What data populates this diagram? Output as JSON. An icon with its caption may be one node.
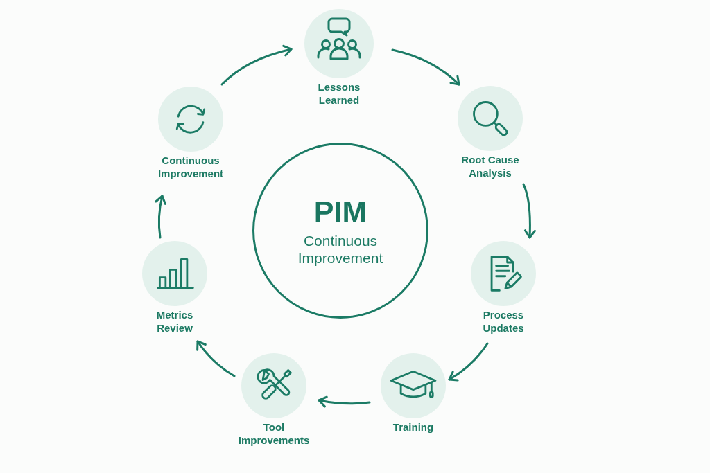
{
  "diagram": {
    "nodes": [
      {
        "text": [
          "PIM",
          "Continuous Improvement"
        ]
      },
      {
        "text": [
          "Lessons Learned"
        ]
      },
      {
        "text": [
          "Root Cause Analysis"
        ]
      },
      {
        "text": [
          "Process Updates"
        ]
      },
      {
        "text": [
          "Training"
        ]
      },
      {
        "text": [
          "Tool Improvements"
        ]
      },
      {
        "text": [
          "Metrics Review"
        ]
      },
      {
        "text": [
          "Continuous Improvement"
        ]
      }
    ],
    "edges": [
      {
        "from": 7,
        "to": 1,
        "arrow": "to"
      },
      {
        "from": 1,
        "to": 2,
        "arrow": "to"
      },
      {
        "from": 2,
        "to": 3,
        "arrow": "to"
      },
      {
        "from": 3,
        "to": 4,
        "arrow": "to"
      },
      {
        "from": 4,
        "to": 5,
        "arrow": "to"
      },
      {
        "from": 5,
        "to": 6,
        "arrow": "to"
      },
      {
        "from": 6,
        "to": 7,
        "arrow": "to"
      }
    ]
  }
}
